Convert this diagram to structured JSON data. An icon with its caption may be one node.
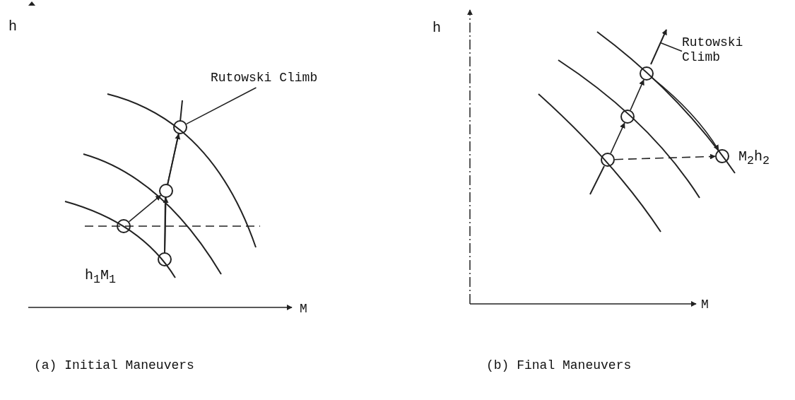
{
  "diagram": {
    "nodes": [
      {
        "text": [],
        "shape": "circle"
      },
      {
        "text": [],
        "shape": "circle"
      },
      {
        "text": [],
        "shape": "circle"
      },
      {
        "text": [],
        "shape": "circle"
      },
      {
        "text": [
          "Rutowski Climb"
        ]
      },
      {
        "text": [],
        "shape": "circle"
      },
      {
        "text": [],
        "shape": "circle"
      },
      {
        "text": [],
        "shape": "circle"
      },
      {
        "text": [],
        "shape": "circle"
      },
      {
        "text": [
          "Rutowski Climb"
        ]
      },
      {
        "text": [],
        "shape": "line"
      }
    ],
    "edges": [
      {
        "from": 0,
        "to": 1,
        "arrow": "to"
      },
      {
        "from": 3,
        "to": 1,
        "arrow": "to"
      },
      {
        "from": 1,
        "to": 2,
        "arrow": "to"
      },
      {
        "from": 4,
        "to": 2,
        "arrow": "none"
      },
      {
        "from": 5,
        "to": 6,
        "arrow": "to"
      },
      {
        "from": 6,
        "to": 7,
        "arrow": "to"
      },
      {
        "from": 5,
        "to": 8,
        "arrow": "to",
        "style": "dashed"
      },
      {
        "from": 7,
        "to": 8,
        "arrow": "to"
      },
      {
        "from": 9,
        "to": 10,
        "arrow": "none"
      }
    ],
    "labels": [
      "h",
      "h$_{1}$M$_{1}$",
      "M",
      "(a)  Initial Maneuvers",
      "h",
      "M$_{2}$h$_{2}$",
      "M",
      "(b)  Final Maneuvers"
    ]
  }
}
